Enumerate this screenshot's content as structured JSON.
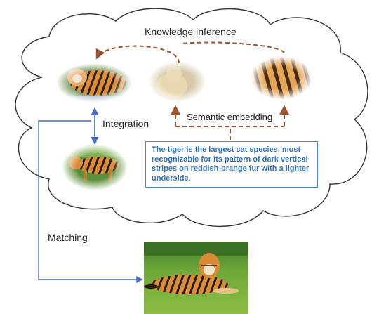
{
  "labels": {
    "knowledge_inference": "Knowledge inference",
    "integration": "Integration",
    "semantic_embedding": "Semantic embedding",
    "matching": "Matching"
  },
  "description": "The tiger is the largest cat species, most recognizable for its pattern of dark vertical stripes on reddish-orange fur with a lighter underside.",
  "images": [
    "tiger-photo-knowledge",
    "cat-photo",
    "stripe-texture",
    "tiger-photo-integrated",
    "tiger-photo-query"
  ],
  "colors": {
    "dashed_arrow": "#a0522d",
    "solid_arrow": "#4a6fc4",
    "description_text": "#2f74c0",
    "description_border": "#4a86c8"
  }
}
